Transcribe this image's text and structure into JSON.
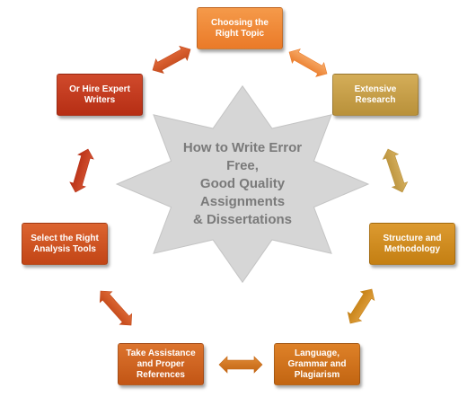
{
  "center": {
    "lines": [
      "How to Write Error",
      "Free,",
      "Good Quality",
      "Assignments",
      "& Dissertations"
    ]
  },
  "nodes": [
    {
      "id": "topic",
      "label": "Choosing the Right Topic",
      "color": "#ea7a28",
      "color2": "#f59a4a"
    },
    {
      "id": "research",
      "label": "Extensive Research",
      "color": "#b9913a",
      "color2": "#d4ad58"
    },
    {
      "id": "structure",
      "label": "Structure and Methodology",
      "color": "#c47f12",
      "color2": "#dc9a30"
    },
    {
      "id": "language",
      "label": "Language, Grammar and Plagiarism",
      "color": "#c26512",
      "color2": "#de8128"
    },
    {
      "id": "assistance",
      "label": "Take Assistance and Proper References",
      "color": "#c25515",
      "color2": "#dc742e"
    },
    {
      "id": "tools",
      "label": "Select the Right Analysis Tools",
      "color": "#c24516",
      "color2": "#dc6430"
    },
    {
      "id": "hire",
      "label": "Or Hire Expert Writers",
      "color": "#b62e14",
      "color2": "#d04a2c"
    }
  ],
  "colors": {
    "star_fill": "#d6d6d6",
    "star_stroke": "#c4c4c4"
  }
}
